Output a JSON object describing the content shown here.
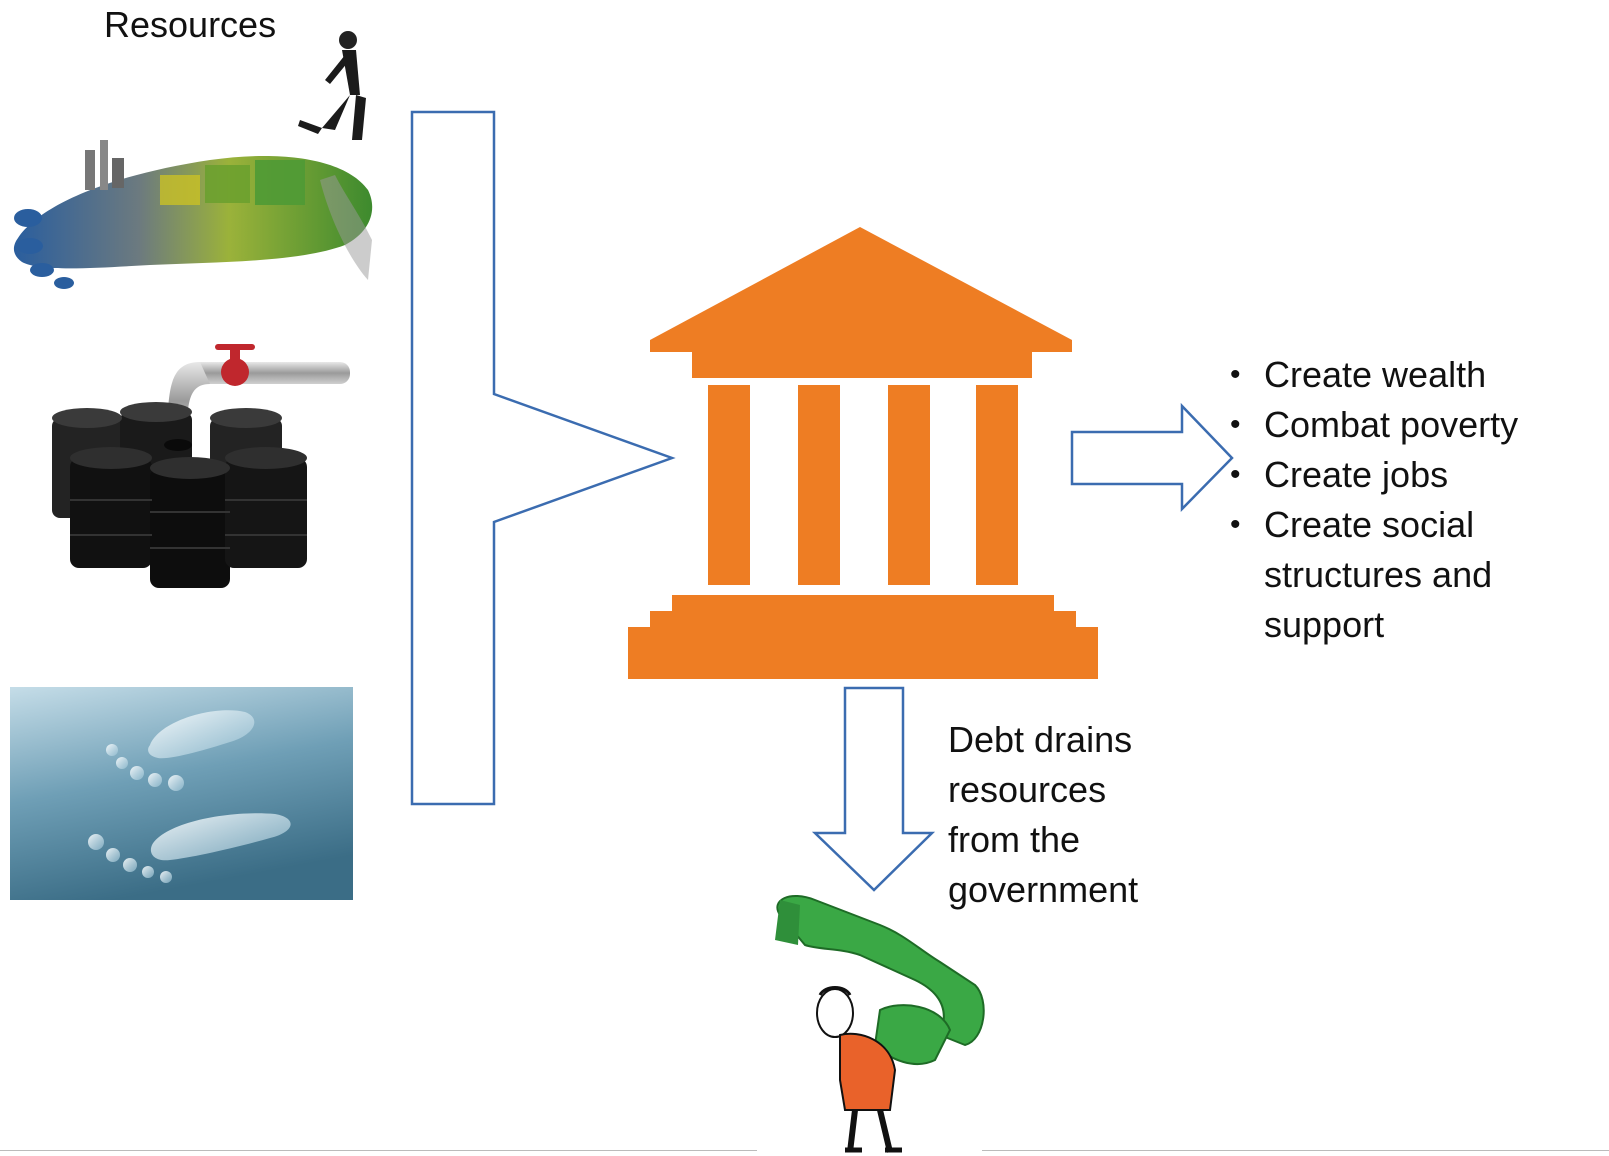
{
  "resources_label": "Resources",
  "outcomes": [
    {
      "label": "Create wealth"
    },
    {
      "label": "Combat poverty"
    },
    {
      "label": "Create jobs"
    },
    {
      "label": "Create social structures and support"
    }
  ],
  "debt_caption": [
    "Debt drains",
    "resources",
    "from the",
    "government"
  ],
  "colors": {
    "government_building": "#ee7d23",
    "arrow_outline": "#3b6cb0",
    "money_green": "#3aa845",
    "money_orange": "#e9622a",
    "oil_barrel": "#1c1c1c"
  },
  "icons": {
    "resource_1": "land-footprint-icon",
    "resource_2": "oil-barrels-icon",
    "resource_3": "water-footprint-icon",
    "center": "government-building-icon",
    "debt": "man-carrying-dollar-icon"
  }
}
